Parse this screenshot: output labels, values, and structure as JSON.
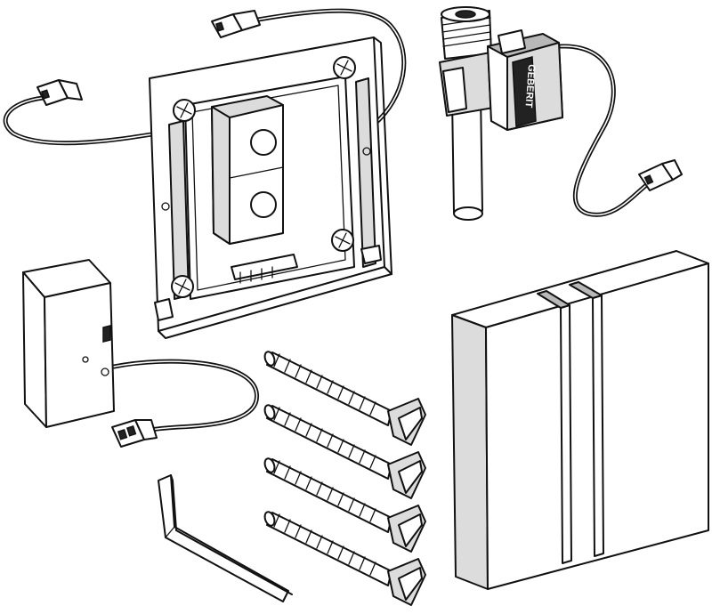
{
  "brand_label": "GEBERIT",
  "parts": [
    "mounting-frame",
    "solenoid-valve",
    "electronics-box",
    "fixing-screws",
    "allen-key",
    "cover-plate"
  ],
  "screw_count": 4,
  "colors": {
    "line": "#111111",
    "fill_light": "#dcdcdc",
    "fill_dark": "#b8b8b8",
    "background": "#ffffff"
  }
}
